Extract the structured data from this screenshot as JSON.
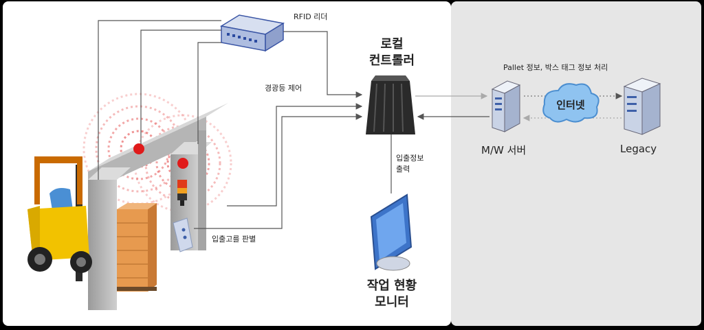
{
  "labels": {
    "rfid_reader": "RFID 리더",
    "local_controller_line1": "로컬",
    "local_controller_line2": "컨트롤러",
    "warning_light_control": "경광등 제어",
    "in_out_info_line1": "입출정보",
    "in_out_info_line2": "출력",
    "in_out_detect": "입출고를 판별",
    "work_monitor_line1": "작업 현황",
    "work_monitor_line2": "모니터",
    "pallet_info": "Pallet 정보, 박스 태그 정보 처리",
    "internet": "인터넷",
    "mw_server": "M/W 서버",
    "legacy": "Legacy"
  },
  "colors": {
    "background": "#000000",
    "left_panel": "#ffffff",
    "right_panel": "#e6e6e6",
    "line": "#555555",
    "cloud": "#8fc3f0",
    "rfid_signal": "#e23b3b",
    "monitor": "#3d74c9",
    "server": "#c9d3e6",
    "forklift": "#f2c200",
    "pallet": "#e79a4f"
  }
}
